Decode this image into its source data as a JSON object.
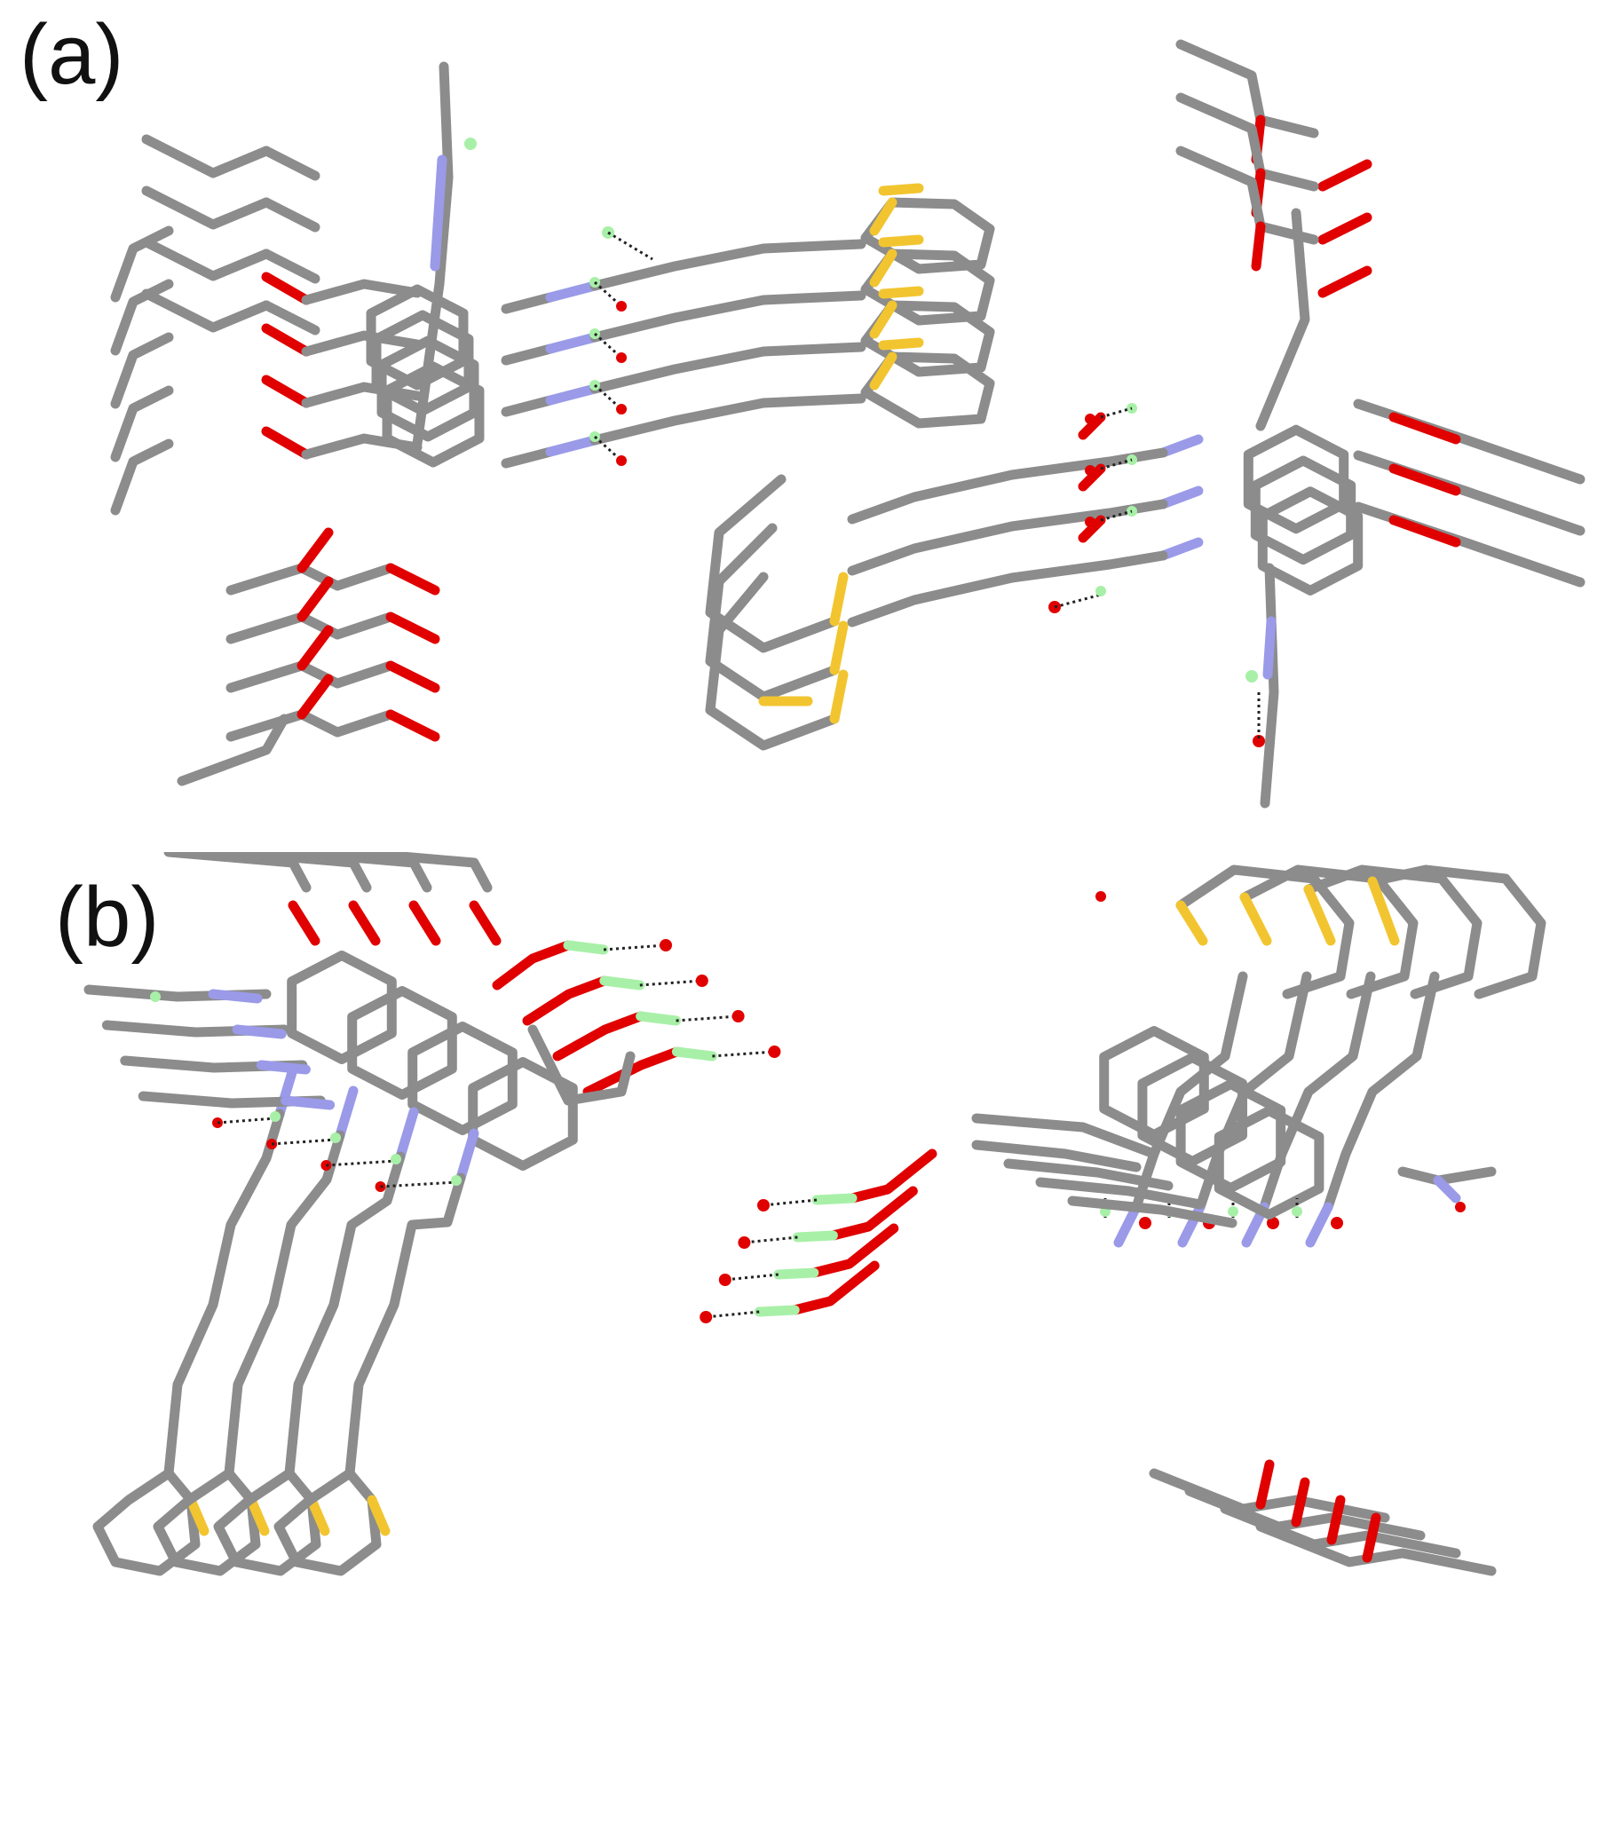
{
  "panels": [
    {
      "id": "a",
      "label": "(a)"
    },
    {
      "id": "b",
      "label": "(b)"
    }
  ],
  "colors": {
    "carbon": "#8c8c8c",
    "oxygen": "#e00000",
    "nitrogen": "#9a9ae8",
    "sulfur": "#f2c530",
    "hydrogen": "#a8f0a8",
    "hbond": "#222222",
    "hbond_red": "#d04040"
  },
  "icons": {
    "molecule": "ball-and-stick-molecule-icon"
  }
}
